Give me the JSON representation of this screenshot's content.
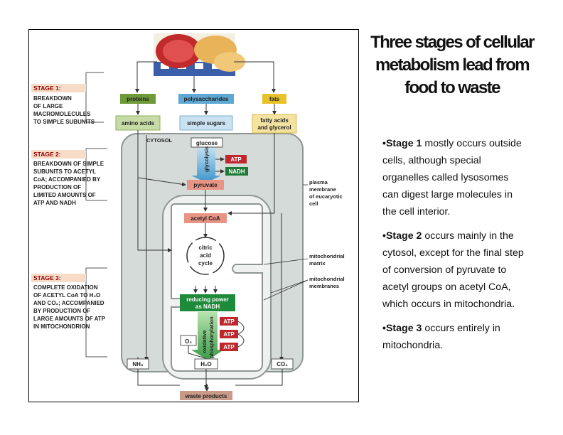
{
  "slide": {
    "title": "Three stages of cellular metabolism lead from food to waste",
    "bullets": [
      {
        "lead": "•Stage 1",
        "text": " mostly occurs outside cells, although special organelles called lysosomes can digest large molecules in the cell interior."
      },
      {
        "lead": "•Stage 2",
        "text": " occurs mainly in the cytosol, except for the final step of conversion of pyruvate to acetyl groups on acetyl CoA, which occurs in mitochondria."
      },
      {
        "lead": "•Stage 3",
        "text": " occurs entirely in mitochondria."
      }
    ]
  },
  "diagram": {
    "stage1": {
      "label": "STAGE 1:",
      "lines": [
        "BREAKDOWN",
        "OF LARGE",
        "MACROMOLECULES",
        "TO SIMPLE SUBUNITS"
      ]
    },
    "stage2": {
      "label": "STAGE 2:",
      "lines": [
        "BREAKDOWN OF SIMPLE",
        "SUBUNITS TO ACETYL",
        "CoA; ACCOMPANIED BY",
        "PRODUCTION OF",
        "LIMITED AMOUNTS OF",
        "ATP AND NADH"
      ]
    },
    "stage3": {
      "label": "STAGE 3:",
      "lines": [
        "COMPLETE OXIDATION",
        "OF ACETYL CoA TO H₂O",
        "AND CO₂; ACCOMPANIED",
        "BY PRODUCTION OF",
        "LARGE AMOUNTS OF ATP",
        "IN MITOCHONDRION"
      ]
    },
    "macromolecules": [
      "proteins",
      "polysaccharides",
      "fats"
    ],
    "subunits": [
      "amino acids",
      "simple sugars",
      "fatty acids\nand glycerol"
    ],
    "cytosol": "CYTOSOL",
    "glucose": "glucose",
    "glycolysis": "glycolysis",
    "atp": "ATP",
    "nadh": "NADH",
    "pyruvate": "pyruvate",
    "acetyl_coa": "acetyl CoA",
    "citric_cycle": [
      "citric",
      "acid",
      "cycle"
    ],
    "reducing_power": [
      "reducing power",
      "as NADH"
    ],
    "oxidative": [
      "oxidative",
      "phosphorylation"
    ],
    "o2": "O₂",
    "nh3": "NH₃",
    "h2o": "H₂O",
    "co2": "CO₂",
    "waste": "waste products",
    "callout_plasma": [
      "plasma",
      "membrane",
      "of eucaryotic",
      "cell"
    ],
    "callout_matrix": [
      "mitochondrial",
      "matrix"
    ],
    "callout_membranes": [
      "mitochondrial",
      "membranes"
    ],
    "colors": {
      "proteins": "#6e9a3a",
      "polysaccharides": "#5fa8d3",
      "fats": "#e8c22a",
      "amino": "#c7dba6",
      "sugars": "#c9e1f1",
      "fatty": "#f3e2a0",
      "atp": "#c0272d",
      "nadh": "#1f7a3a",
      "pyruvate": "#e89484",
      "reducing": "#1f8a3a",
      "cell": "#d5dbd9",
      "waste": "#c99a88"
    }
  }
}
